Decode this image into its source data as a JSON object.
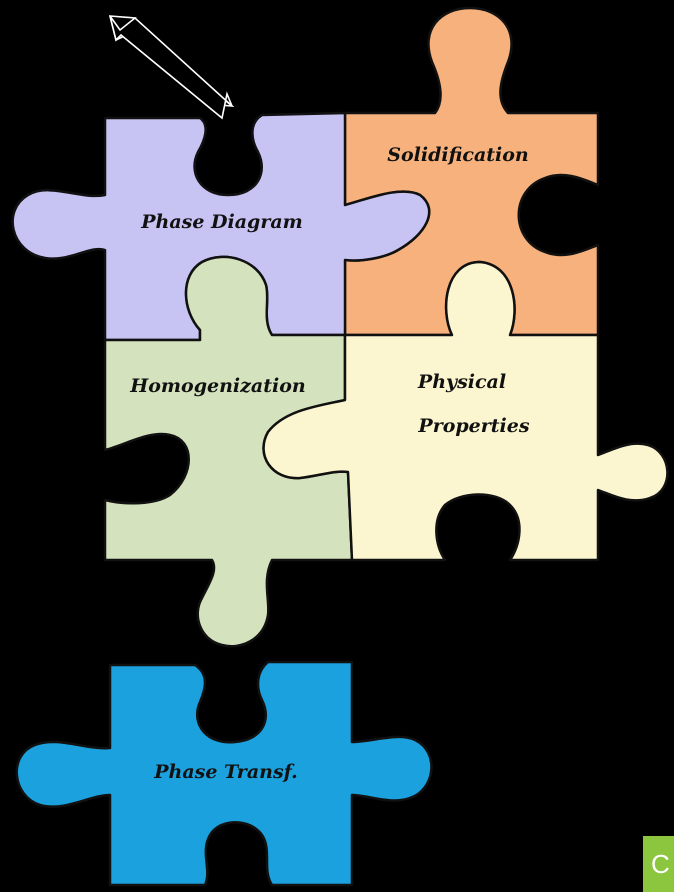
{
  "pieces": {
    "phase_diagram": {
      "label": "Phase Diagram",
      "color": "#c7c3f3"
    },
    "solidification": {
      "label": "Solidification",
      "color": "#f6b17c"
    },
    "homogenization": {
      "label": "Homogenization",
      "color": "#d4e2bd"
    },
    "physical_properties": {
      "label_line1": "Physical",
      "label_line2": "Properties",
      "color": "#fbf6cf"
    },
    "phase_transf": {
      "label": "Phase Transf.",
      "color": "#1ba1dd"
    }
  },
  "arrow": {
    "icon": "double-arrow-icon"
  },
  "corner_badge": {
    "text": "C",
    "color": "#8cc63f"
  },
  "background": "#000000"
}
